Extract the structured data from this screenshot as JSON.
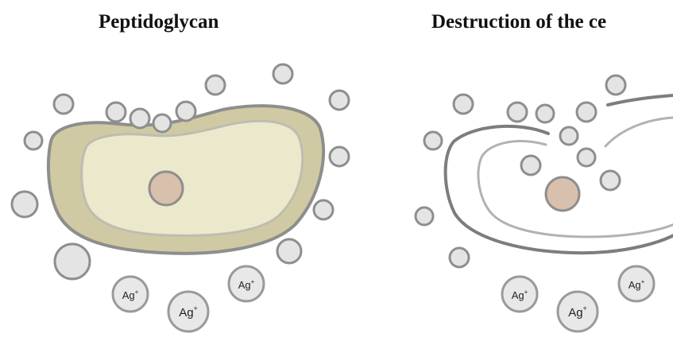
{
  "panels": [
    {
      "title": "Peptidoglycan"
    },
    {
      "title": "Destruction of the ce"
    }
  ],
  "ion": {
    "symbol": "Ag",
    "charge": "+"
  },
  "colors": {
    "cell_wall_outer": "#cfcaa3",
    "cell_wall_inner": "#ece8cc",
    "nucleoid": "#d8c0ad",
    "particle_fill": "#e4e4e4",
    "outline": "#8e8e8e"
  }
}
